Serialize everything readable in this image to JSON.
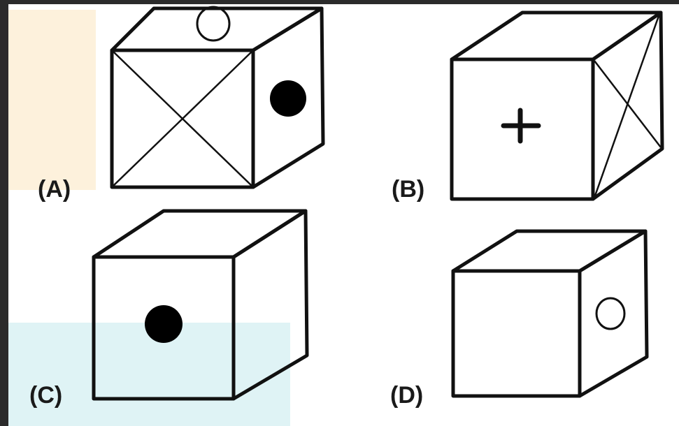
{
  "colors": {
    "frame": "#2b2b2b",
    "canvas": "#ffffff",
    "highlight_a": "#fdf1dc",
    "highlight_c": "#dff3f5",
    "stroke": "#111111"
  },
  "options": [
    {
      "label": "(A)",
      "front_symbol": "x-cross",
      "top_symbol": "hollow-circle",
      "side_symbol": "filled-dot"
    },
    {
      "label": "(B)",
      "front_symbol": "plus",
      "top_symbol": "blank",
      "side_symbol": "x-cross"
    },
    {
      "label": "(C)",
      "front_symbol": "filled-dot",
      "top_symbol": "blank",
      "side_symbol": "blank"
    },
    {
      "label": "(D)",
      "front_symbol": "blank",
      "top_symbol": "blank",
      "side_symbol": "hollow-circle"
    }
  ]
}
